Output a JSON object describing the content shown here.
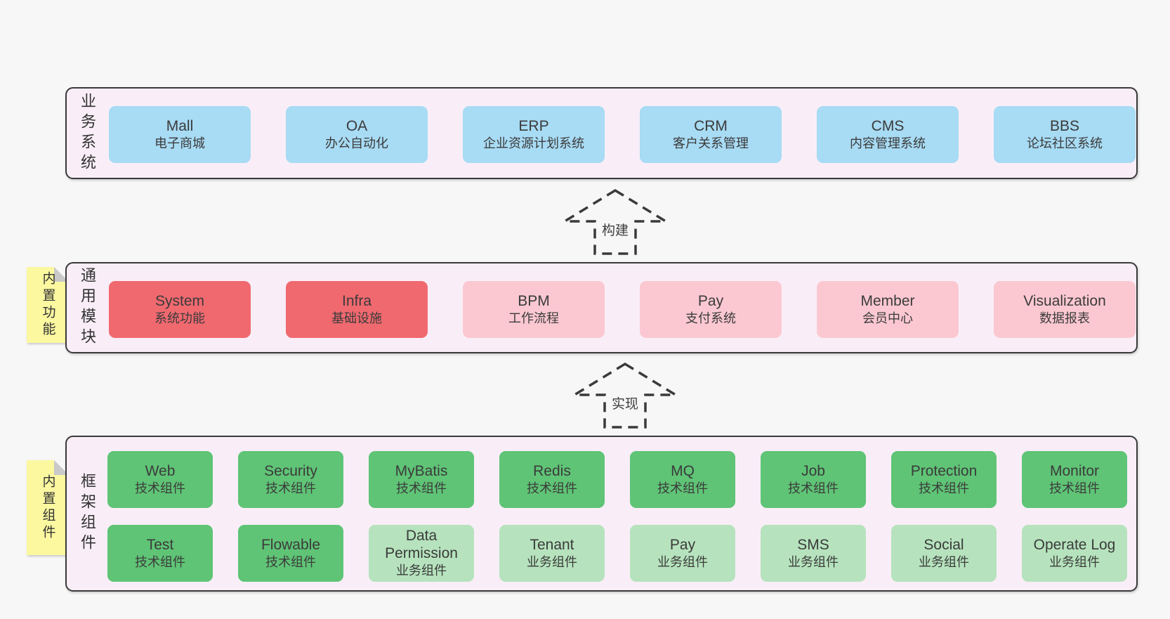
{
  "colors": {
    "page_bg": "#f7f7f7",
    "panel_bg": "#f9eef7",
    "panel_border": "#3a3a3a",
    "blue": "#a8dbf4",
    "red": "#f0696f",
    "pink": "#fbc8d2",
    "green_dark": "#5fc476",
    "green_light": "#b6e3bd",
    "yellow": "#fbf8a0",
    "fold_gray": "#c9c9c9",
    "text": "#3b3b3b"
  },
  "arrows": {
    "build": "构建",
    "implement": "实现"
  },
  "sections": {
    "business": {
      "label": "业务系统",
      "boxes": [
        {
          "en": "Mall",
          "zh": "电子商城"
        },
        {
          "en": "OA",
          "zh": "办公自动化"
        },
        {
          "en": "ERP",
          "zh": "企业资源计划系统"
        },
        {
          "en": "CRM",
          "zh": "客户关系管理"
        },
        {
          "en": "CMS",
          "zh": "内容管理系统"
        },
        {
          "en": "BBS",
          "zh": "论坛社区系统"
        }
      ]
    },
    "modules": {
      "label": "通用模块",
      "note": "内置功能",
      "boxes": [
        {
          "en": "System",
          "zh": "系统功能"
        },
        {
          "en": "Infra",
          "zh": "基础设施"
        },
        {
          "en": "BPM",
          "zh": "工作流程"
        },
        {
          "en": "Pay",
          "zh": "支付系统"
        },
        {
          "en": "Member",
          "zh": "会员中心"
        },
        {
          "en": "Visualization",
          "zh": "数据报表"
        }
      ]
    },
    "framework": {
      "label": "框架组件",
      "note": "内置组件",
      "row1": [
        {
          "en": "Web",
          "zh": "技术组件"
        },
        {
          "en": "Security",
          "zh": "技术组件"
        },
        {
          "en": "MyBatis",
          "zh": "技术组件"
        },
        {
          "en": "Redis",
          "zh": "技术组件"
        },
        {
          "en": "MQ",
          "zh": "技术组件"
        },
        {
          "en": "Job",
          "zh": "技术组件"
        },
        {
          "en": "Protection",
          "zh": "技术组件"
        },
        {
          "en": "Monitor",
          "zh": "技术组件"
        }
      ],
      "row2": [
        {
          "en": "Test",
          "zh": "技术组件"
        },
        {
          "en": "Flowable",
          "zh": "技术组件"
        },
        {
          "en": "Data Permission",
          "zh": "业务组件"
        },
        {
          "en": "Tenant",
          "zh": "业务组件"
        },
        {
          "en": "Pay",
          "zh": "业务组件"
        },
        {
          "en": "SMS",
          "zh": "业务组件"
        },
        {
          "en": "Social",
          "zh": "业务组件"
        },
        {
          "en": "Operate Log",
          "zh": "业务组件"
        }
      ]
    }
  }
}
